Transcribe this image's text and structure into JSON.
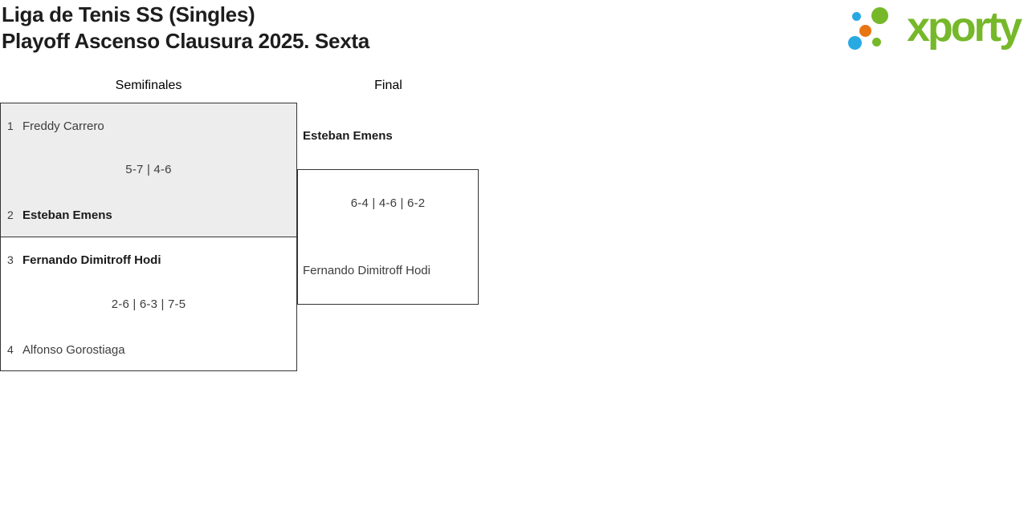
{
  "page": {
    "title_line1": "Liga de Tenis SS (Singles)",
    "title_line2": "Playoff Ascenso Clausura 2025. Sexta"
  },
  "logo": {
    "wordmark": "xporty",
    "green": "#76b82a",
    "blue": "#29a9e1",
    "orange": "#e87511"
  },
  "bracket": {
    "round_labels": [
      "Semifinales",
      "Final"
    ],
    "semifinals": [
      {
        "score": "5-7 | 4-6",
        "highlighted": true,
        "players": [
          {
            "seed": "1",
            "name": "Freddy Carrero",
            "winner": false
          },
          {
            "seed": "2",
            "name": "Esteban Emens",
            "winner": true
          }
        ]
      },
      {
        "score": "2-6 | 6-3 | 7-5",
        "highlighted": false,
        "players": [
          {
            "seed": "3",
            "name": "Fernando Dimitroff Hodi",
            "winner": true
          },
          {
            "seed": "4",
            "name": "Alfonso Gorostiaga",
            "winner": false
          }
        ]
      }
    ],
    "final": {
      "score": "6-4 | 4-6 | 6-2",
      "player_top": {
        "name": "Esteban Emens",
        "winner": true
      },
      "player_bottom": {
        "name": "Fernando Dimitroff Hodi",
        "winner": false
      }
    }
  }
}
